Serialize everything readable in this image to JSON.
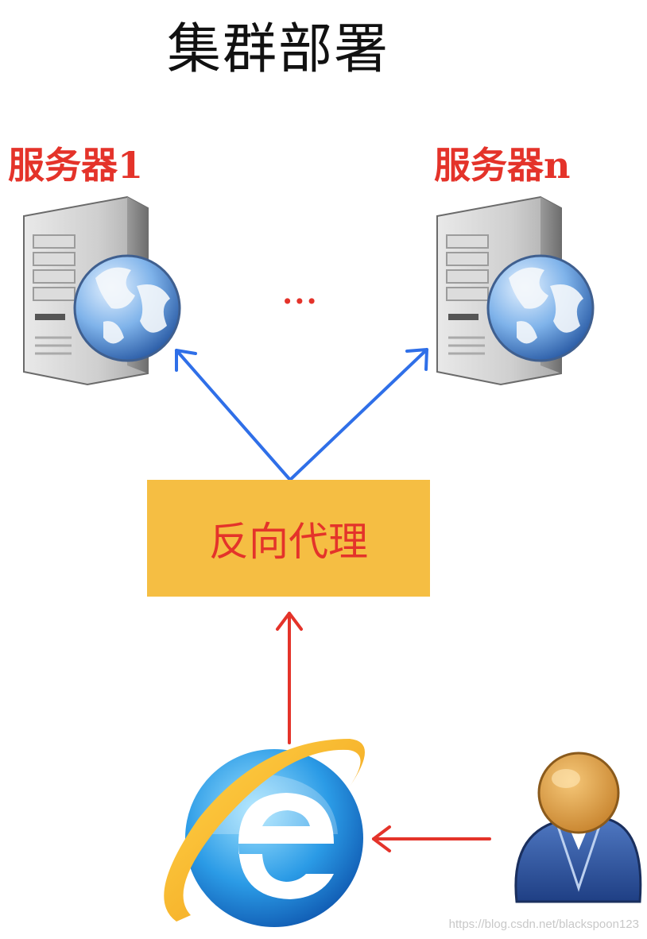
{
  "title": "集群部署",
  "servers": [
    {
      "label": "服务器1",
      "icon": "web-server-icon"
    },
    {
      "label": "服务器n",
      "icon": "web-server-icon"
    }
  ],
  "ellipsis": "...",
  "proxy": {
    "label": "反向代理",
    "color": "#f5be43"
  },
  "client": {
    "browser_icon": "internet-explorer-icon",
    "user_icon": "user-icon"
  },
  "colors": {
    "label_red": "#e4332a",
    "arrow_blue": "#2f6fe8",
    "arrow_red": "#e4332a"
  },
  "watermark": "https://blog.csdn.net/blackspoon123"
}
